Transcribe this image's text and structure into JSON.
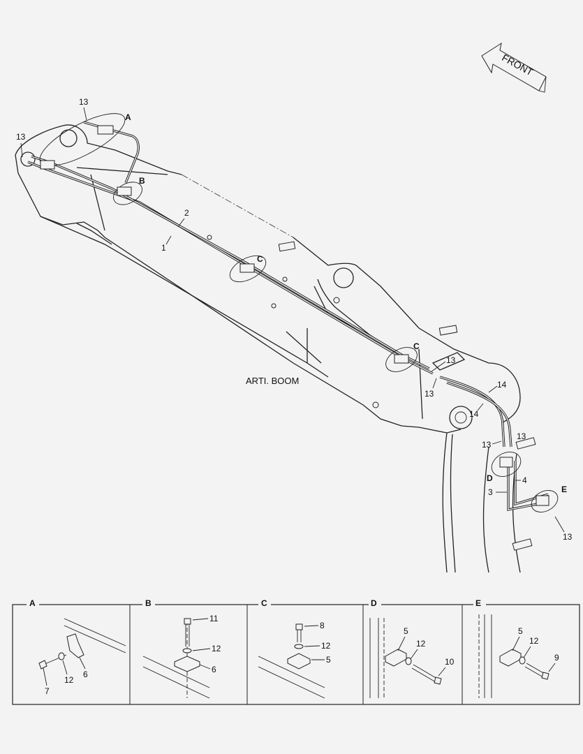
{
  "front_label": "FRONT",
  "assembly_label": "ARTI. BOOM",
  "callouts": {
    "A": "A",
    "B": "B",
    "C1": "C",
    "C2": "C",
    "D": "D",
    "E": "E"
  },
  "main_parts": {
    "p13a": "13",
    "p13b": "13",
    "p2": "2",
    "p1": "1",
    "p13c": "13",
    "p13d": "13",
    "p14a": "14",
    "p14b": "14",
    "p13e": "13",
    "p13f": "13",
    "p4": "4",
    "p3": "3",
    "p13g": "13"
  },
  "details": [
    {
      "title": "A",
      "parts": {
        "fastener": "7",
        "washer": "12",
        "clamp": "6"
      }
    },
    {
      "title": "B",
      "parts": {
        "bolt": "11",
        "washer": "12",
        "clamp": "6"
      }
    },
    {
      "title": "C",
      "parts": {
        "bolt": "8",
        "washer": "12",
        "clamp": "5"
      }
    },
    {
      "title": "D",
      "parts": {
        "clamp": "5",
        "washer": "12",
        "bolt": "10"
      }
    },
    {
      "title": "E",
      "parts": {
        "clamp": "5",
        "washer": "12",
        "bolt": "9"
      }
    }
  ]
}
